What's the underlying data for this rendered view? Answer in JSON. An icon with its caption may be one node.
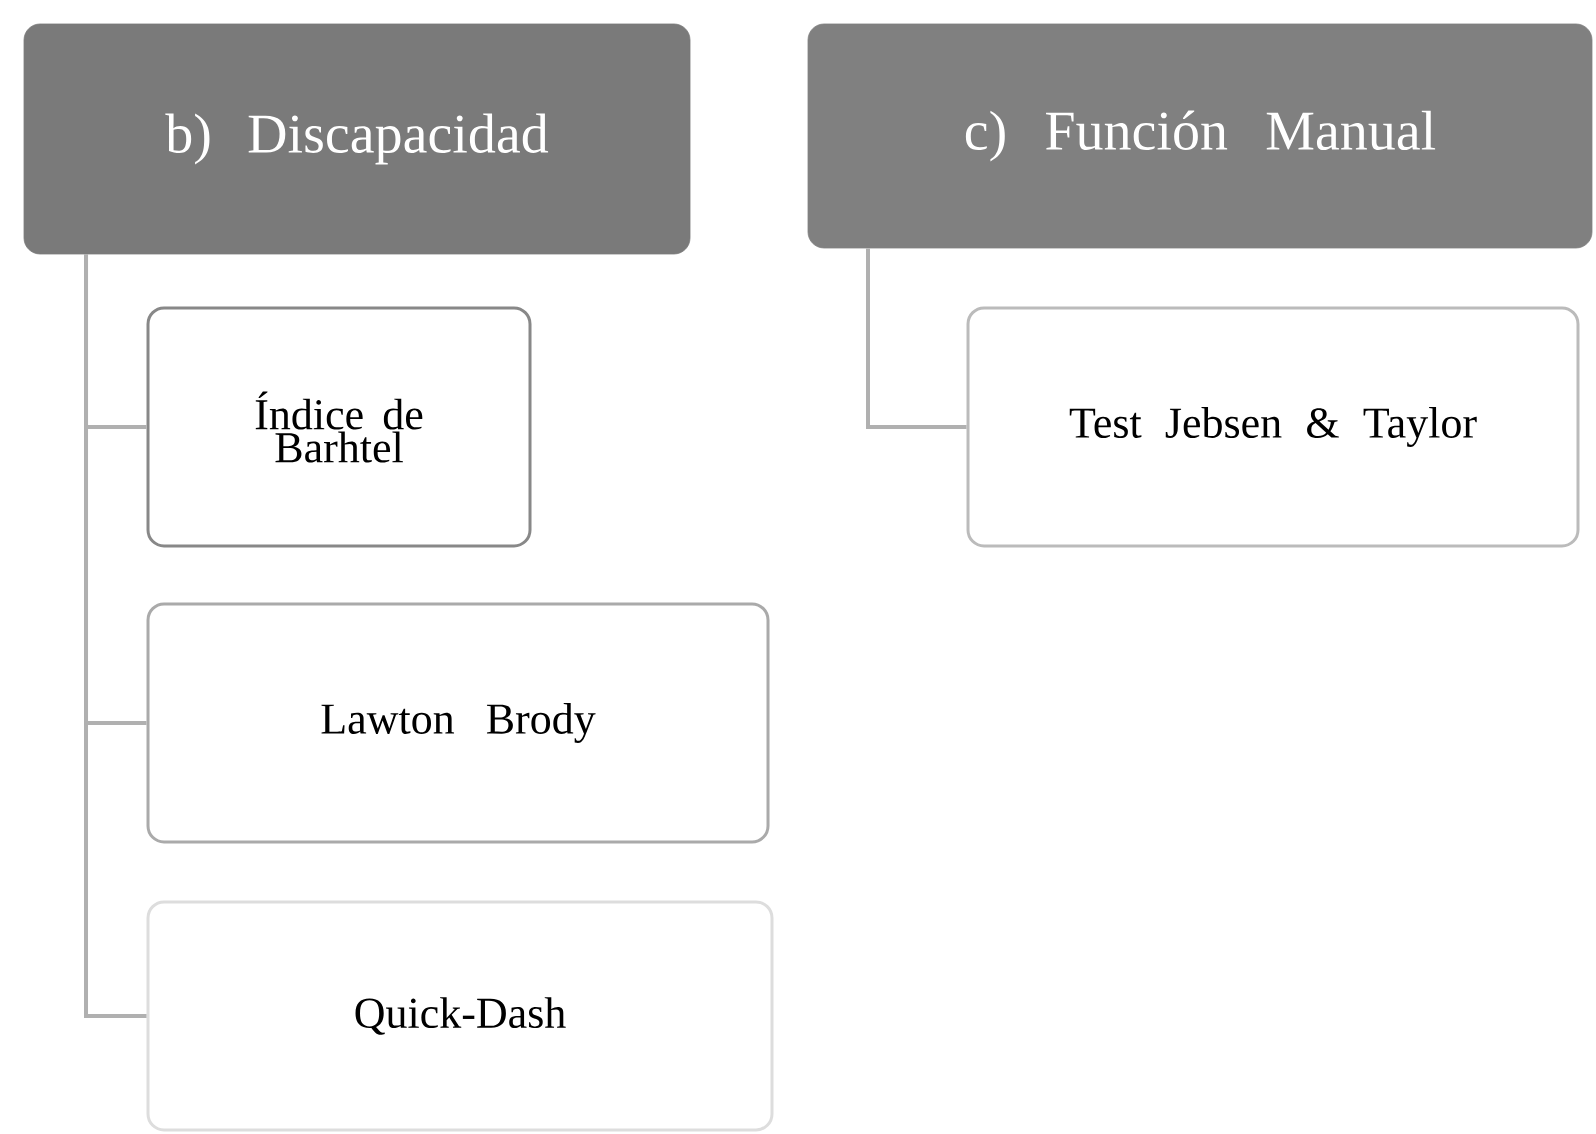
{
  "diagram": {
    "nodes": [
      {
        "text": [
          "b) Discapacidad"
        ]
      },
      {
        "text": [
          "Índice de Barhtel"
        ]
      },
      {
        "text": [
          "Lawton Brody"
        ]
      },
      {
        "text": [
          "Quick-Dash"
        ]
      },
      {
        "text": [
          "c) Función Manual"
        ]
      },
      {
        "text": [
          "Test Jebsen & Taylor"
        ]
      }
    ],
    "edges": [
      {
        "from": 0,
        "to": 1,
        "arrow": "none"
      },
      {
        "from": 0,
        "to": 2,
        "arrow": "none"
      },
      {
        "from": 0,
        "to": 3,
        "arrow": "none"
      },
      {
        "from": 4,
        "to": 5,
        "arrow": "none"
      }
    ]
  }
}
